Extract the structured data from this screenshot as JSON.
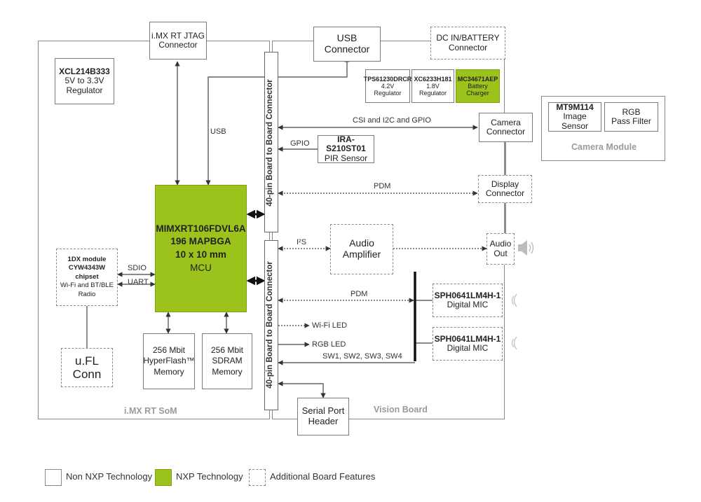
{
  "diagram": {
    "regions": {
      "som_label": "i.MX RT SoM",
      "vision_label": "Vision Board",
      "camera_module_label": "Camera Module"
    },
    "connectors": {
      "b2b_upper": "40-pin Board to Board Connector",
      "b2b_lower": "40-pin Board to Board Connector"
    },
    "blocks": {
      "jtag": [
        "i.MX RT JTAG",
        "Connector"
      ],
      "usb": [
        "USB",
        "Connector"
      ],
      "dcin": [
        "DC IN/BATTERY",
        "Connector"
      ],
      "xcl": [
        "XCL214B333",
        "5V to 3.3V",
        "Regulator"
      ],
      "tps": [
        "TPS61230DRCR",
        "4.2V",
        "Regulator"
      ],
      "xc6233": [
        "XC6233H181",
        "1.8V",
        "Regulator"
      ],
      "mc34671": [
        "MC34671AEP",
        "Battery",
        "Charger"
      ],
      "camera_conn": [
        "Camera",
        "Connector"
      ],
      "mt9m114": [
        "MT9M114",
        "Image Sensor"
      ],
      "rgb_filter": [
        "RGB",
        "Pass Filter"
      ],
      "pir": [
        "IRA-S210ST01",
        "PIR Sensor"
      ],
      "display_conn": [
        "Display",
        "Connector"
      ],
      "mcu": [
        "MIMXRT106FDVL6A",
        "196 MAPBGA",
        "10 x 10 mm",
        "MCU"
      ],
      "audio_amp": [
        "Audio",
        "Amplifier"
      ],
      "audio_out": [
        "Audio",
        "Out"
      ],
      "wifi_module": [
        "1DX module",
        "CYW4343W chipset",
        "Wi-Fi and BT/BLE",
        "Radio"
      ],
      "mic1": [
        "SPH0641LM4H-1",
        "Digital MIC"
      ],
      "mic2": [
        "SPH0641LM4H-1",
        "Digital MIC"
      ],
      "ufl": [
        "u.FL",
        "Conn"
      ],
      "hyperflash": [
        "256 Mbit",
        "HyperFlash™",
        "Memory"
      ],
      "sdram": [
        "256 Mbit",
        "SDRAM",
        "Memory"
      ],
      "serial": [
        "Serial Port",
        "Header"
      ]
    },
    "signals": {
      "usb": "USB",
      "csi": "CSI and I2C and GPIO",
      "gpio": "GPIO",
      "pdm_display": "PDM",
      "i2s": "I²S",
      "sdio": "SDIO",
      "uart": "UART",
      "pdm_mic": "PDM",
      "wifi_led": "Wi-Fi LED",
      "rgb_led": "RGB LED",
      "switches": "SW1, SW2, SW3, SW4"
    }
  },
  "legend": {
    "items": [
      {
        "label": "Non NXP Technology",
        "style": "solid",
        "color": "#ffffff"
      },
      {
        "label": "NXP Technology",
        "style": "solid",
        "color": "#9cc21c"
      },
      {
        "label": "Additional Board Features",
        "style": "dashed",
        "color": "#ffffff"
      }
    ]
  },
  "colors": {
    "nxp_green": "#9cc21c",
    "line": "#444444",
    "region_label_gray": "#9a9a9a"
  }
}
